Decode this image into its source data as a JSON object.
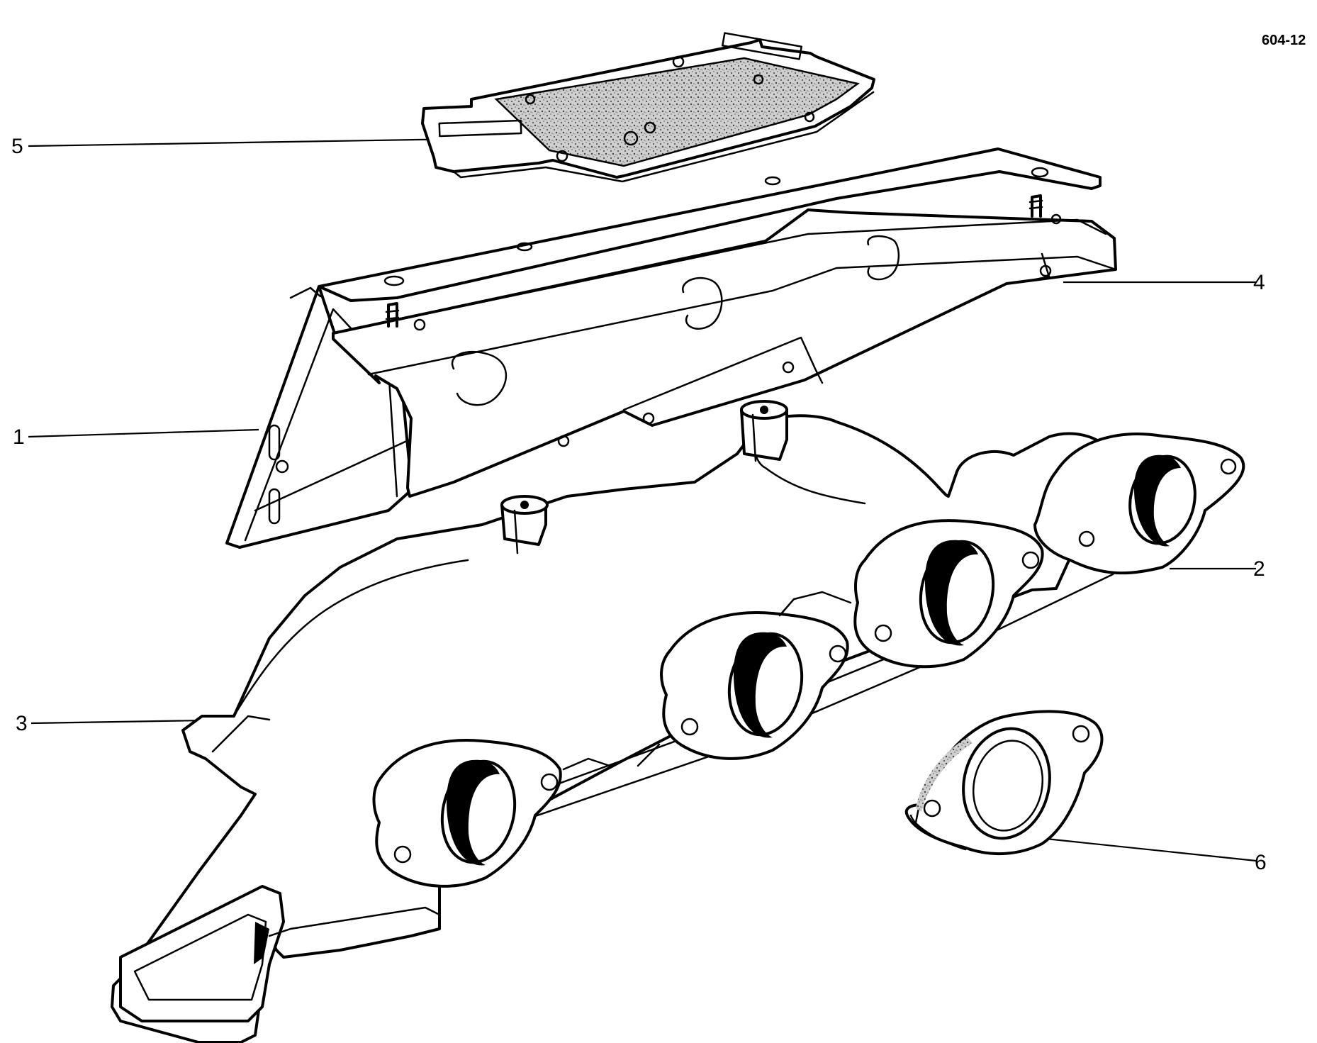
{
  "drawing_ref": "604-12",
  "callouts": {
    "c1": "1",
    "c2": "2",
    "c3": "3",
    "c4": "4",
    "c5": "5",
    "c6": "6"
  }
}
